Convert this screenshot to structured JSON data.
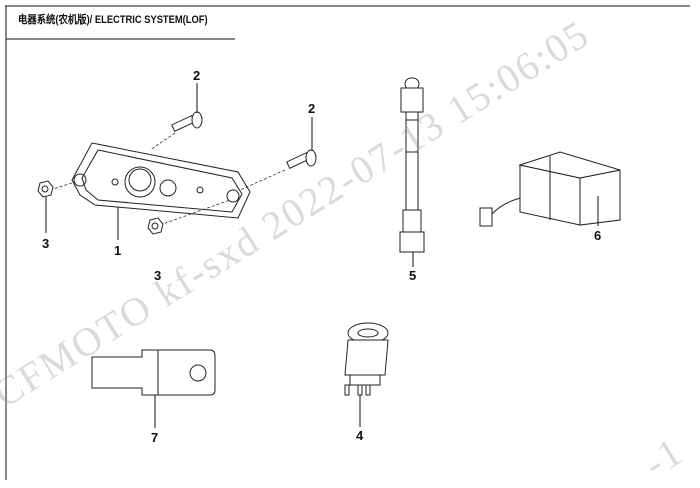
{
  "header": {
    "title": "电器系统(农机版)/ ELECTRIC SYSTEM(LOF)"
  },
  "callouts": {
    "bolt_a": "2",
    "bolt_b": "2",
    "nut_left": "3",
    "lamp": "1",
    "nut_label": "3",
    "harness": "5",
    "relay": "6",
    "terminal": "7",
    "switch": "4"
  },
  "watermark": {
    "text": "CFMOTO  kf-sxd  2022-07-13  15:06:05",
    "fragment": "-1"
  }
}
